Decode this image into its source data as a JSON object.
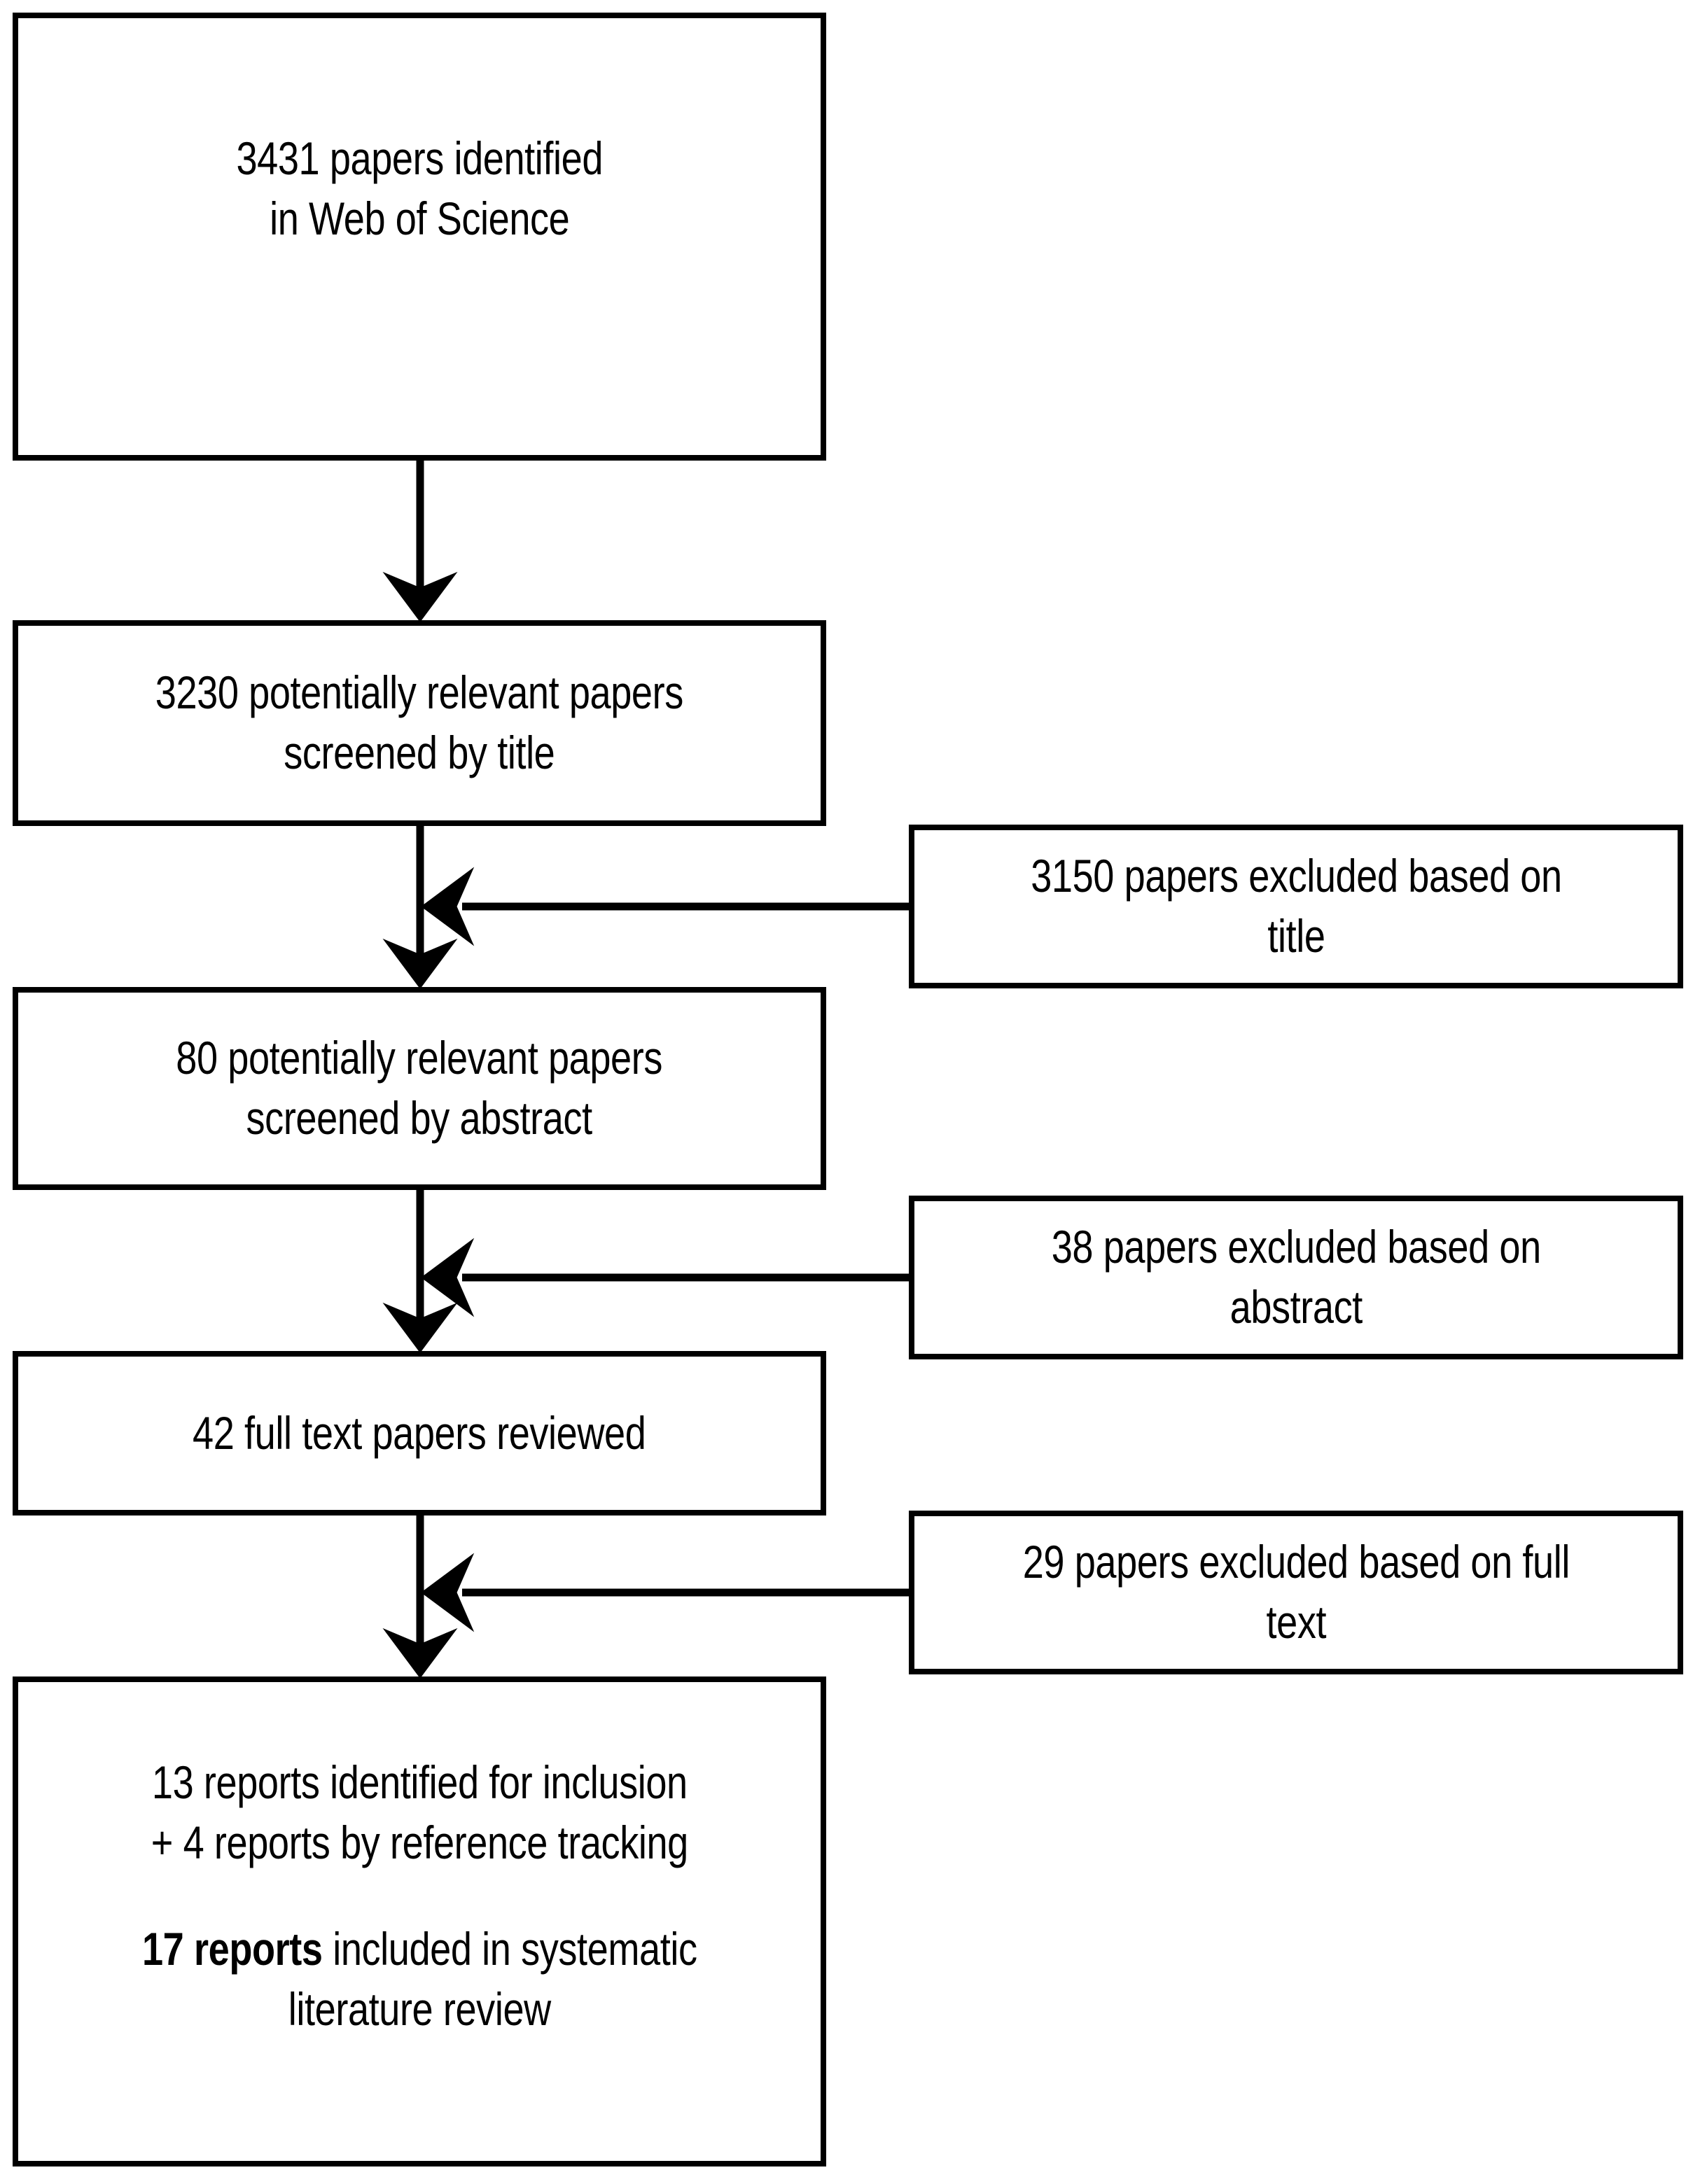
{
  "diagram": {
    "type": "prisma-flow-diagram",
    "title": "Systematic literature review flow diagram",
    "stroke_color": "#000000",
    "fill_color": "#ffffff"
  },
  "nodes": {
    "identified": {
      "line1": "3431 papers identified",
      "line2": "in Web of Science"
    },
    "screened_title": {
      "line1": "3230 potentially relevant papers",
      "line2": "screened by title"
    },
    "excluded_title": {
      "line1": "3150 papers excluded based on",
      "line2": "title"
    },
    "screened_abstract": {
      "line1": "80 potentially relevant papers",
      "line2": "screened by abstract"
    },
    "excluded_abstract": {
      "line1": "38 papers excluded based on",
      "line2": "abstract"
    },
    "fulltext_reviewed": {
      "line1": "42 full text papers reviewed"
    },
    "excluded_fulltext": {
      "line1": "29 papers excluded based on full",
      "line2": "text"
    },
    "included": {
      "line1": "13 reports identified for inclusion",
      "line2": "+ 4 reports by reference tracking",
      "line3_bold": "17 reports",
      "line3_rest": " included in systematic",
      "line4": "literature review"
    }
  },
  "counts": {
    "identified": 3431,
    "screened_by_title": 3230,
    "excluded_by_title": 3150,
    "screened_by_abstract": 80,
    "excluded_by_abstract": 38,
    "full_text_reviewed": 42,
    "excluded_by_full_text": 29,
    "identified_for_inclusion": 13,
    "reference_tracking": 4,
    "included_total": 17
  },
  "edges": [
    {
      "from": "identified",
      "to": "screened_title",
      "direction": "down"
    },
    {
      "from": "excluded_title",
      "to": "screened_abstract",
      "direction": "left"
    },
    {
      "from": "screened_title",
      "to": "screened_abstract",
      "direction": "down"
    },
    {
      "from": "excluded_abstract",
      "to": "fulltext_reviewed",
      "direction": "left"
    },
    {
      "from": "screened_abstract",
      "to": "fulltext_reviewed",
      "direction": "down"
    },
    {
      "from": "excluded_fulltext",
      "to": "included",
      "direction": "left"
    },
    {
      "from": "fulltext_reviewed",
      "to": "included",
      "direction": "down"
    }
  ]
}
